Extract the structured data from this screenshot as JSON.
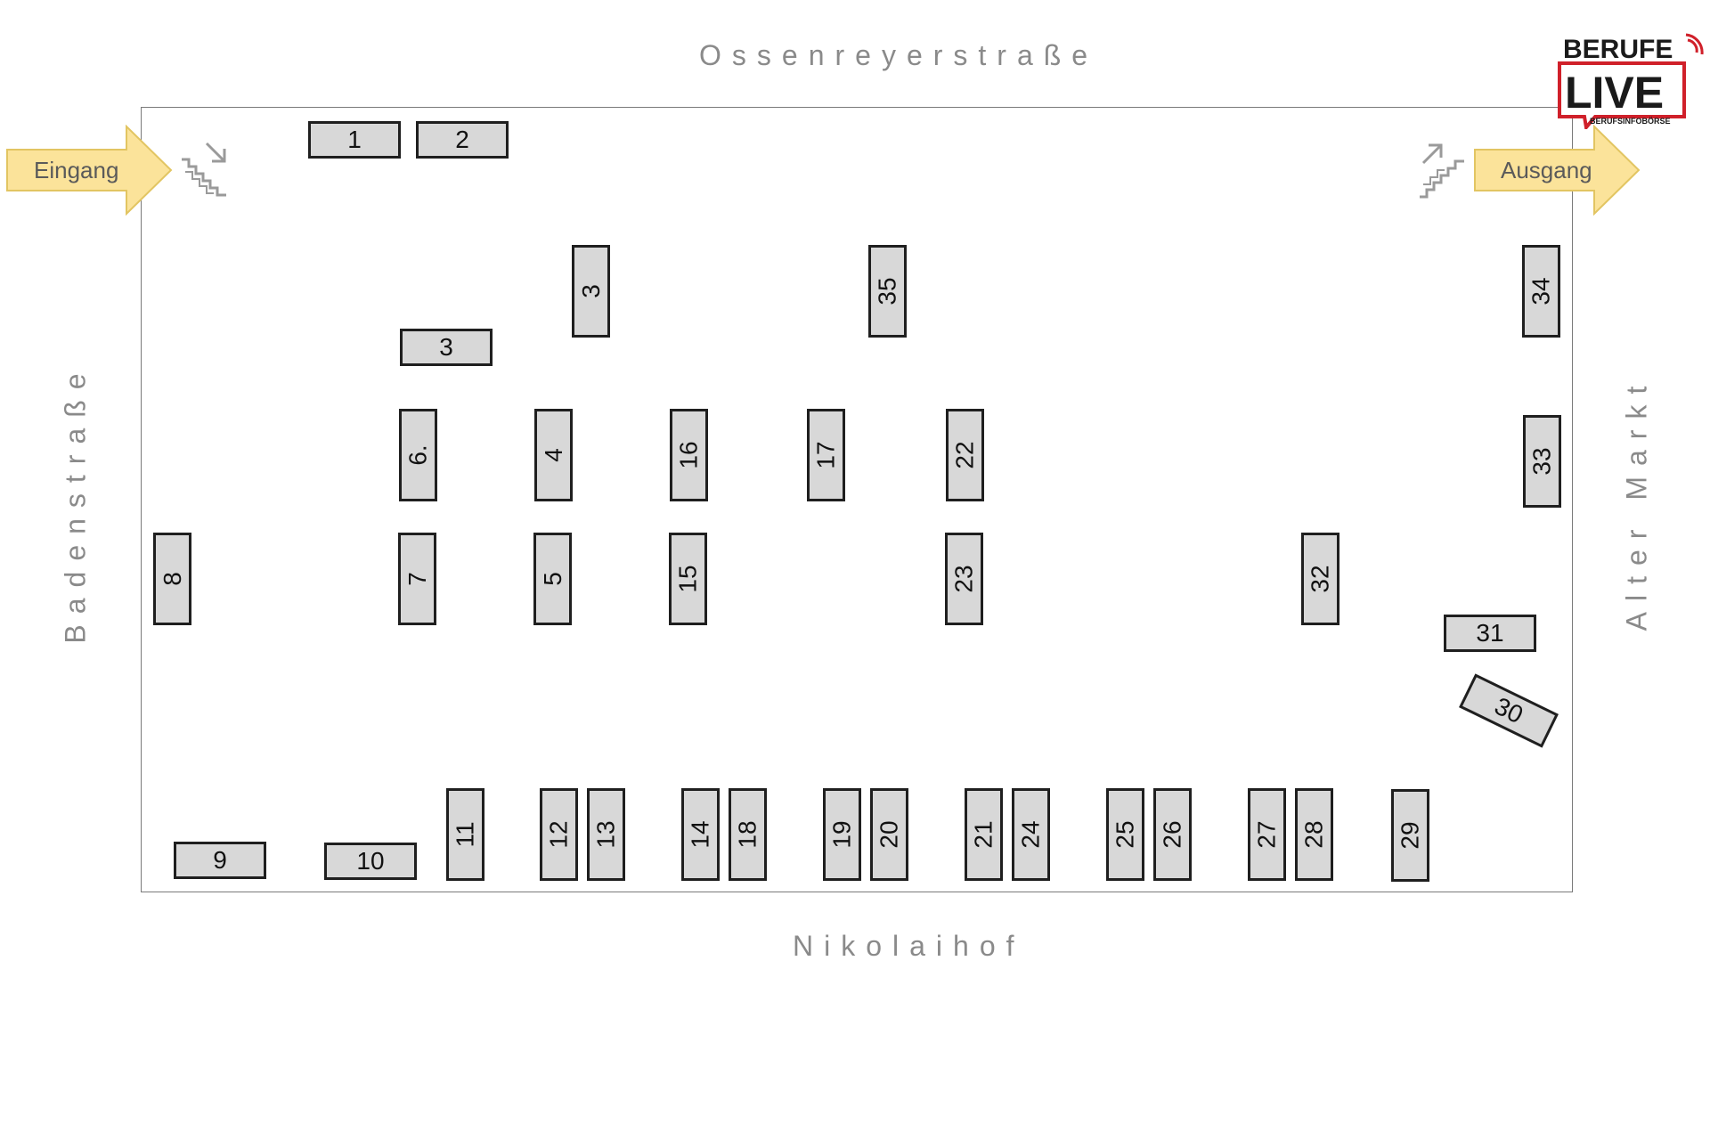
{
  "streets": {
    "top": "Ossenreyerstraße",
    "bottom": "Nikolaihof",
    "left": "Badenstraße",
    "right": "Alter Markt"
  },
  "entrance": {
    "label": "Eingang"
  },
  "exit": {
    "label": "Ausgang"
  },
  "logo": {
    "line1": "BERUFE",
    "line2": "LIVE",
    "tagline": "BERUFSINFOBÖRSE"
  },
  "colors": {
    "stand_fill": "#d8d8d8",
    "arrow_fill": "#fbe39a",
    "logo_red": "#d0202a"
  },
  "stands": {
    "s1": "1",
    "s2": "2",
    "s3a": "3",
    "s3b": "3",
    "s35": "35",
    "s34": "34",
    "s6": "6.",
    "s4": "4",
    "s16": "16",
    "s17": "17",
    "s22": "22",
    "s33": "33",
    "s8": "8",
    "s7": "7",
    "s5": "5",
    "s15": "15",
    "s23": "23",
    "s32": "32",
    "s31": "31",
    "s30": "30",
    "s9": "9",
    "s10": "10",
    "s11": "11",
    "s12": "12",
    "s13": "13",
    "s14": "14",
    "s18": "18",
    "s19": "19",
    "s20": "20",
    "s21": "21",
    "s24": "24",
    "s25": "25",
    "s26": "26",
    "s27": "27",
    "s28": "28",
    "s29": "29"
  }
}
